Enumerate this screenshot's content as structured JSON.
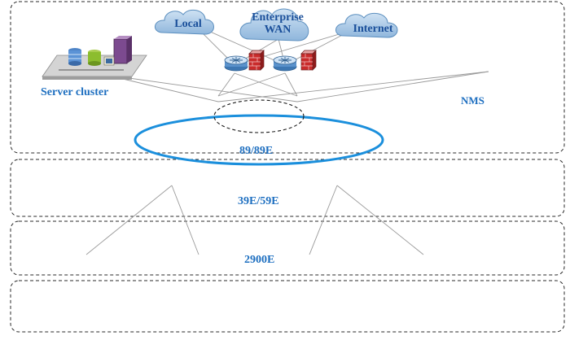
{
  "clouds": [
    {
      "id": "local",
      "label": "Local"
    },
    {
      "id": "enterprise-wan",
      "label": "Enterprise\nWAN"
    },
    {
      "id": "internet",
      "label": "Internet"
    }
  ],
  "labels": {
    "server_cluster": "Server cluster",
    "nms": "NMS",
    "core_ring": "89/89E",
    "aggregation": "39E/59E",
    "access": "2900E"
  },
  "colors": {
    "ring": "#1b8fdc",
    "label": "#1e6fc0",
    "cloud_fill": "#a9cbe8",
    "line": "#9a9a9a"
  }
}
